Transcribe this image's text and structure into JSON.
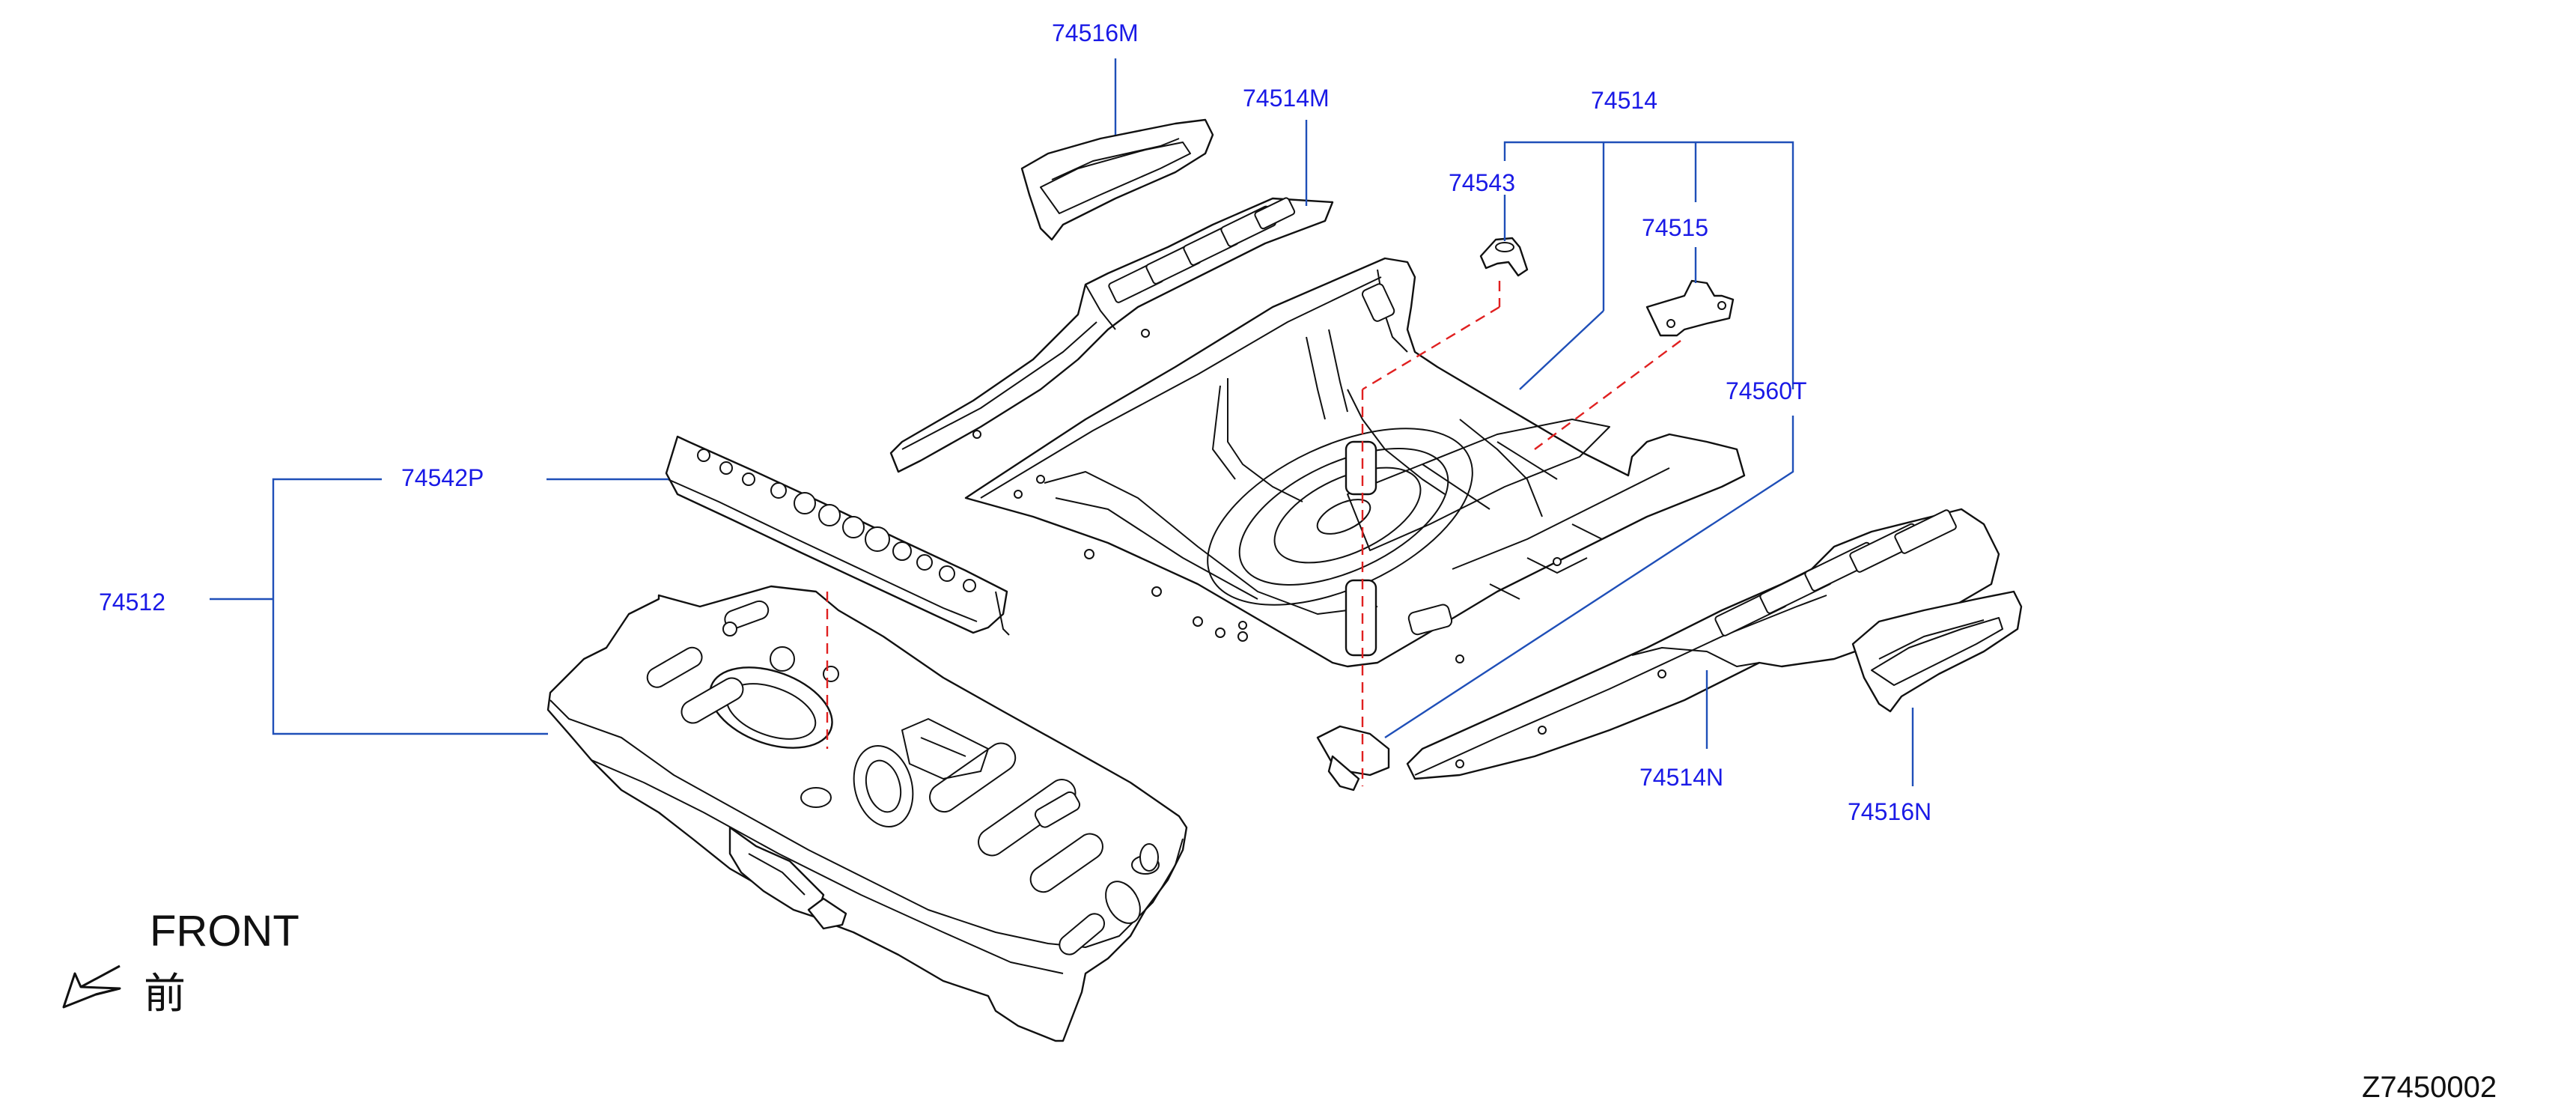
{
  "diagram": {
    "part_labels": {
      "p74516M": "74516M",
      "p74514M": "74514M",
      "p74514": "74514",
      "p74543": "74543",
      "p74515": "74515",
      "p74560T": "74560T",
      "p74542P": "74542P",
      "p74512": "74512",
      "p74514N": "74514N",
      "p74516N": "74516N"
    },
    "front_label": "FRONT",
    "front_kanji": "前",
    "drawing_code": "Z7450002"
  },
  "colors": {
    "label_blue": "#1a1ae6",
    "leader_blue": "#1f4fb8",
    "alignment_red": "#e02020",
    "outline": "#111111"
  },
  "icons": [
    "front-arrow-icon"
  ]
}
